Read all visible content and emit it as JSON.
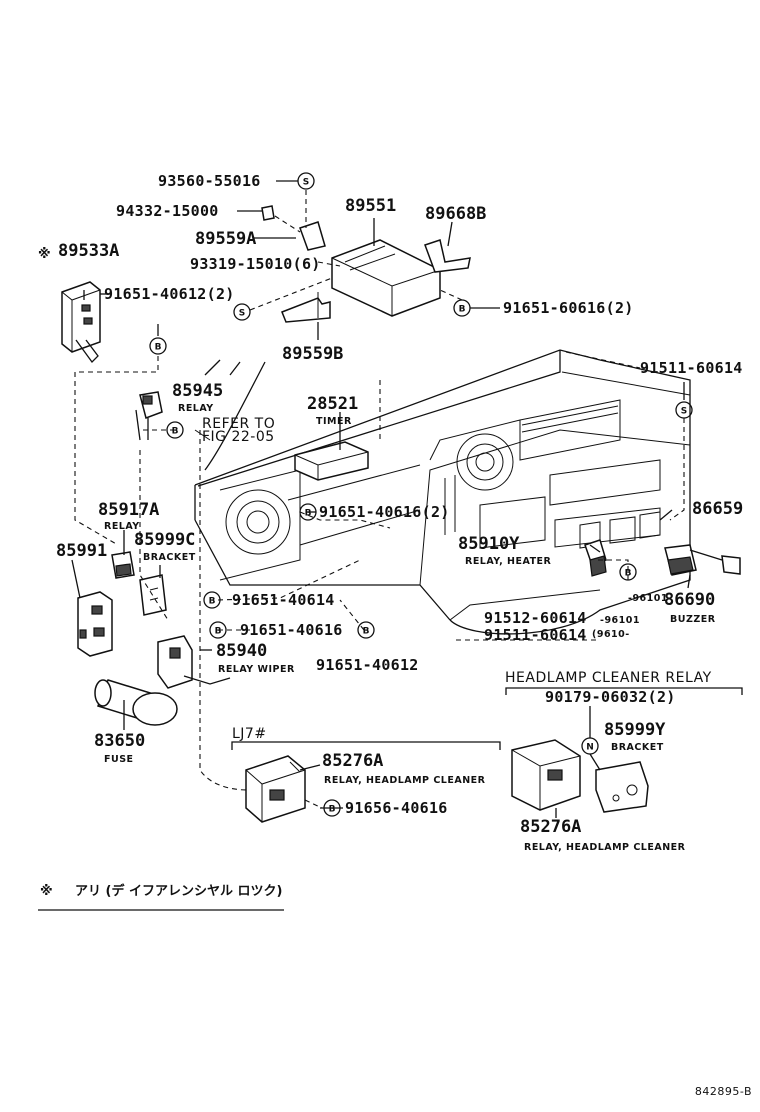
{
  "parts": {
    "p93560": "93560-55016",
    "p94332": "94332-15000",
    "p89551": "89551",
    "p89668b": "89668B",
    "p89559a": "89559A",
    "p89533a": "89533A",
    "p93319": "93319-15010(6)",
    "p91651_40612_2": "91651-40612(2)",
    "p91651_60616_2": "91651-60616(2)",
    "p89559b": "89559B",
    "p91511_60614_top": "91511-60614",
    "p85945": "85945",
    "p28521": "28521",
    "p85917a": "85917A",
    "p91651_40616_2": "91651-40616(2)",
    "p86659": "86659",
    "p85991": "85991",
    "p85999c": "85999C",
    "p85910y": "85910Y",
    "p91651_40614": "91651-40614",
    "p86690": "86690",
    "p91651_40616": "91651-40616",
    "p91512_60614": "91512-60614",
    "p91511_60614_bot": "91511-60614",
    "p85940": "85940",
    "p91651_40612": "91651-40612",
    "p90179": "90179-06032(2)",
    "p85999y": "85999Y",
    "p83650": "83650",
    "p85276a_1": "85276A",
    "p91656": "91656-40616",
    "p85276a_2": "85276A",
    "p96101": "-96101",
    "p96101b": "-96101",
    "p9610": "(9610-"
  },
  "captions": {
    "relay1": "RELAY",
    "refer": "REFER TO",
    "fig": "FIG 22-05",
    "timer": "TIMER",
    "relay2": "RELAY",
    "bracket1": "BRACKET",
    "relay_heater": "RELAY, HEATER",
    "buzzer": "BUZZER",
    "relay_wiper": "RELAY WIPER",
    "headlamp_cleaner_relay": "HEADLAMP CLEANER RELAY",
    "bracket2": "BRACKET",
    "fuse": "FUSE",
    "lj7": "LJ7#",
    "relay_hc1": "RELAY, HEADLAMP CLEANER",
    "relay_hc2": "RELAY, HEADLAMP CLEANER"
  },
  "symbols": {
    "s": "S",
    "b": "B",
    "n": "N",
    "asterisk": "※"
  },
  "footnote": {
    "mark": "※",
    "text": "アリ (デ イフアレンシヤル ロツク)"
  },
  "figure_id": "842895-B"
}
